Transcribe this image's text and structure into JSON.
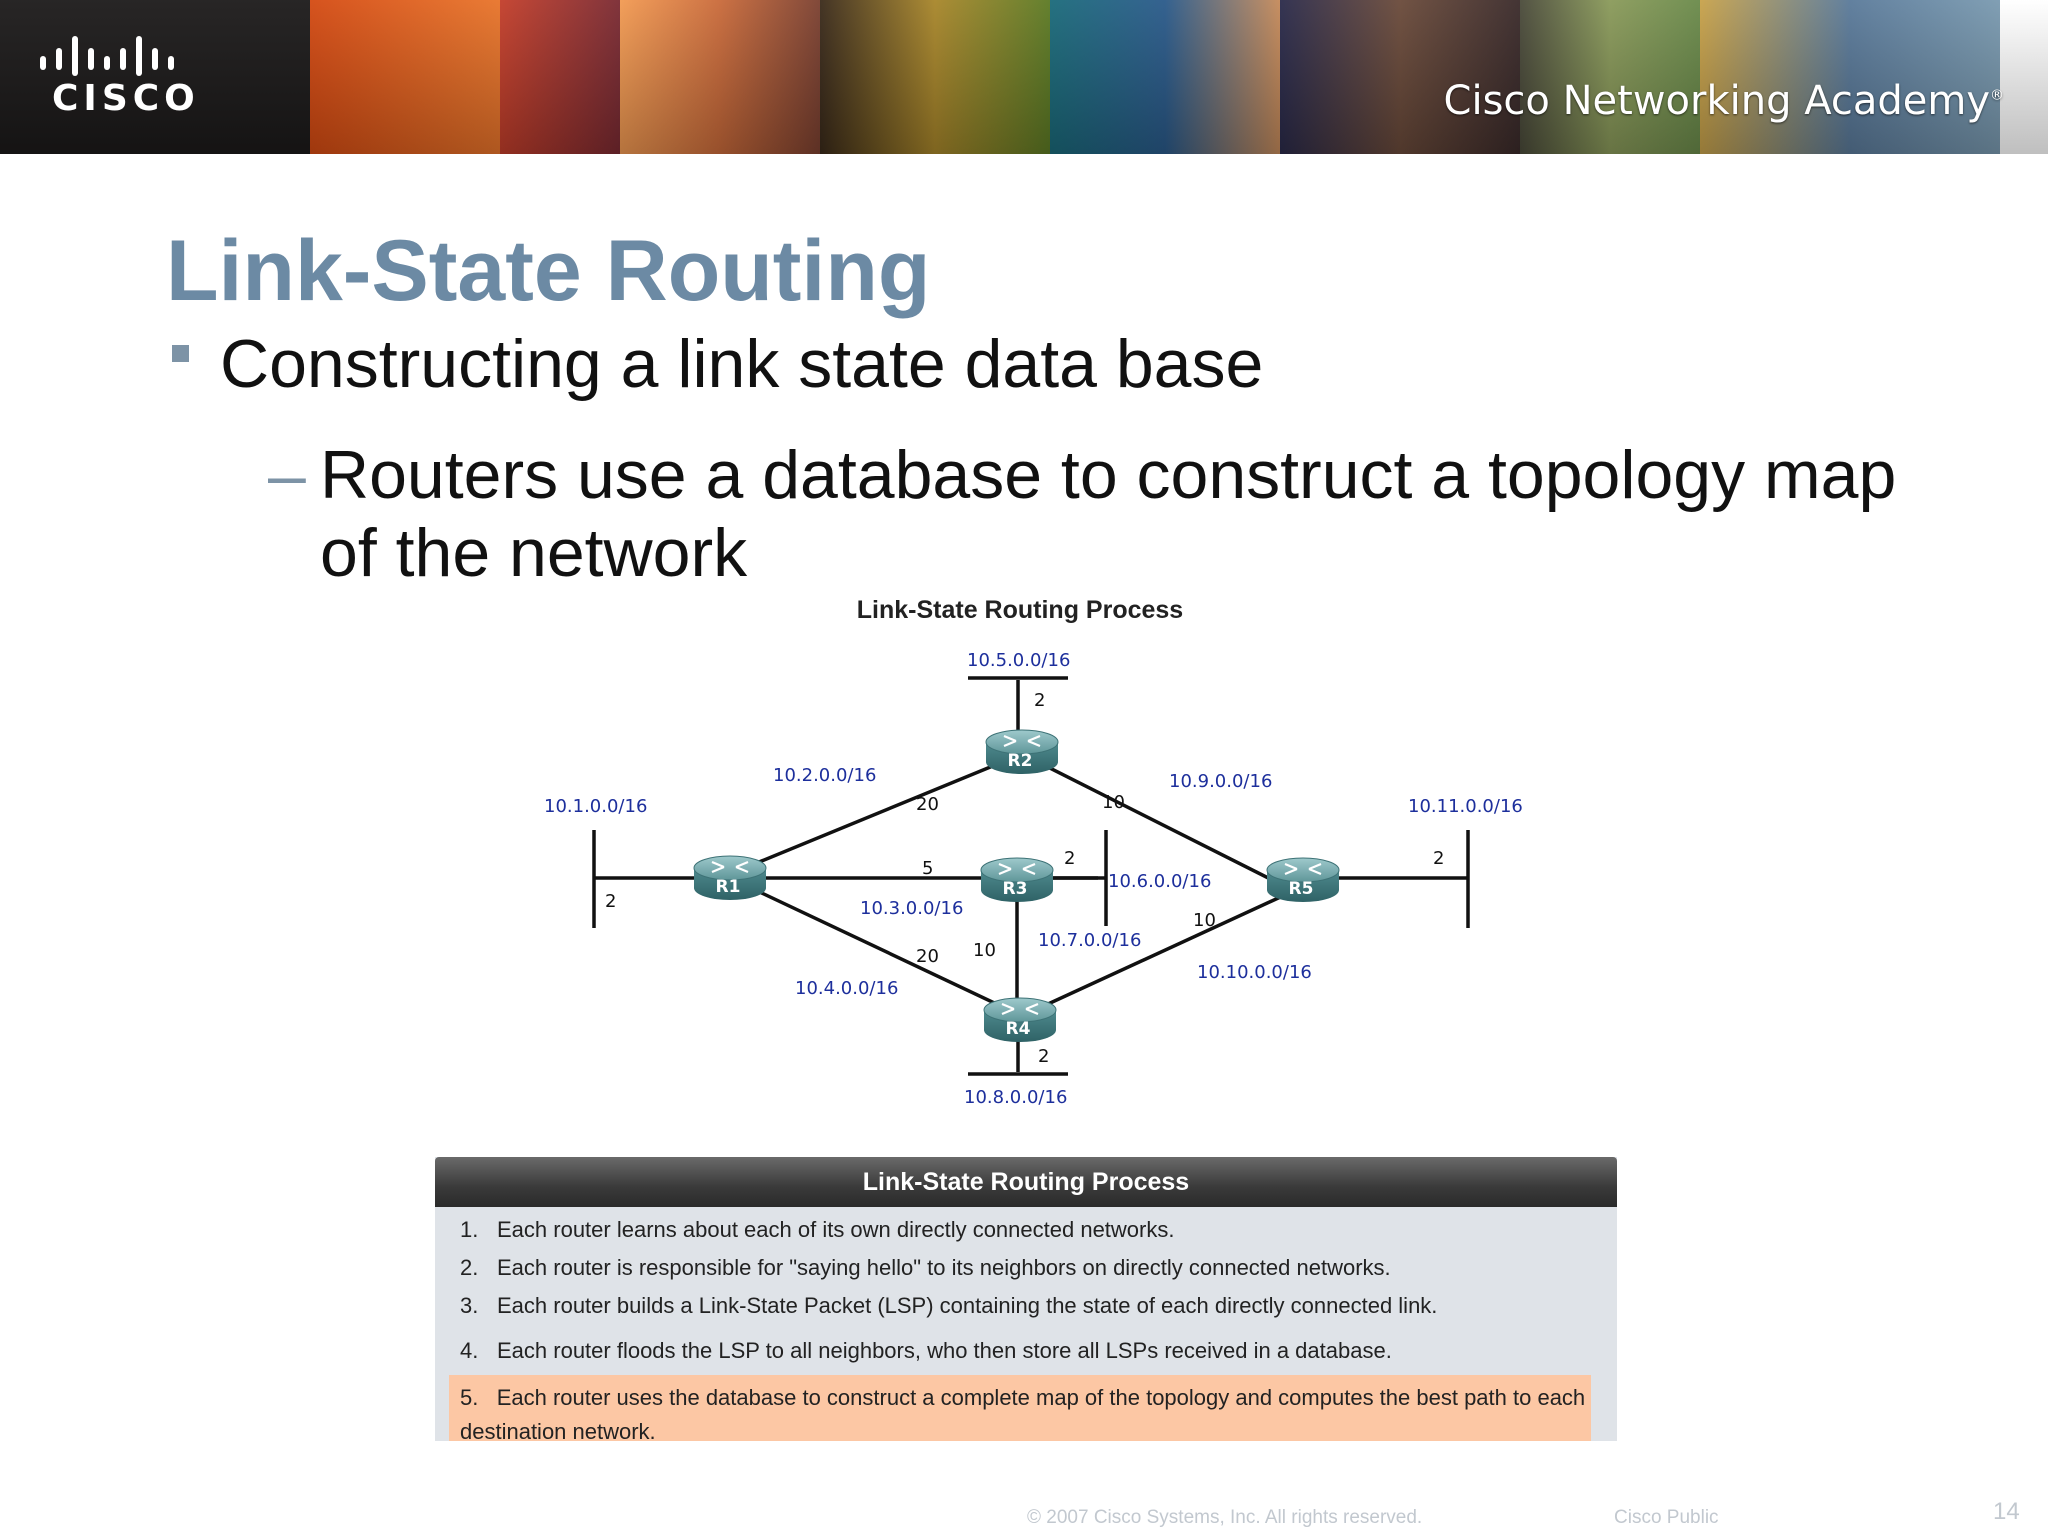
{
  "header": {
    "logo_text": "CISCO",
    "academy": "Cisco Networking Academy",
    "academy_mark": "®"
  },
  "slide": {
    "title": "Link-State Routing",
    "bullet_1": "Constructing a link state data base",
    "bullet_2_dash": "–",
    "bullet_2": "Routers use a database to construct a topology map of the network"
  },
  "diagram": {
    "title": "Link-State Routing Process",
    "routers": [
      {
        "id": "R1",
        "label": "R1"
      },
      {
        "id": "R2",
        "label": "R2"
      },
      {
        "id": "R3",
        "label": "R3"
      },
      {
        "id": "R4",
        "label": "R4"
      },
      {
        "id": "R5",
        "label": "R5"
      }
    ],
    "networks": [
      "10.1.0.0/16",
      "10.2.0.0/16",
      "10.3.0.0/16",
      "10.4.0.0/16",
      "10.5.0.0/16",
      "10.6.0.0/16",
      "10.7.0.0/16",
      "10.8.0.0/16",
      "10.9.0.0/16",
      "10.10.0.0/16",
      "10.11.0.0/16"
    ],
    "links": [
      {
        "network": "10.1.0.0/16",
        "from": "R1",
        "to": "LAN",
        "cost": "2"
      },
      {
        "network": "10.2.0.0/16",
        "from": "R1",
        "to": "R2",
        "cost": "20"
      },
      {
        "network": "10.3.0.0/16",
        "from": "R1",
        "to": "R3",
        "cost": "5"
      },
      {
        "network": "10.4.0.0/16",
        "from": "R1",
        "to": "R4",
        "cost": "20"
      },
      {
        "network": "10.5.0.0/16",
        "from": "R2",
        "to": "LAN",
        "cost": "2"
      },
      {
        "network": "10.6.0.0/16",
        "from": "R3",
        "to": "LAN",
        "cost": "2"
      },
      {
        "network": "10.7.0.0/16",
        "from": "R3",
        "to": "R4",
        "cost": "10"
      },
      {
        "network": "10.8.0.0/16",
        "from": "R4",
        "to": "LAN",
        "cost": "2"
      },
      {
        "network": "10.9.0.0/16",
        "from": "R2",
        "to": "R5",
        "cost": "10"
      },
      {
        "network": "10.10.0.0/16",
        "from": "R4",
        "to": "R5",
        "cost": "10"
      },
      {
        "network": "10.11.0.0/16",
        "from": "R5",
        "to": "LAN",
        "cost": "2"
      }
    ]
  },
  "process": {
    "title": "Link-State Routing Process",
    "steps": [
      {
        "num": "1.",
        "text": "Each router learns about each of its own directly connected networks."
      },
      {
        "num": "2.",
        "text": "Each router is responsible for \"saying hello\" to its neighbors on directly connected networks."
      },
      {
        "num": "3.",
        "text": "Each router builds a Link-State Packet (LSP) containing the state of each directly connected link."
      },
      {
        "num": "4.",
        "text": "Each router floods the LSP to all neighbors, who then store all LSPs received in a database."
      },
      {
        "num": "5.",
        "text": "Each router uses the database to construct a complete map of the topology and computes the best path to each destination network."
      }
    ]
  },
  "footer": {
    "copyright": "© 2007 Cisco Systems, Inc. All rights reserved.",
    "classification": "Cisco Public",
    "page": "14"
  },
  "colors": {
    "title": "#6c8aa4",
    "network_label": "#1d2f9c",
    "router": "#4f8a8e",
    "highlight": "#fcc7a4",
    "panel": "#dfe3e8"
  }
}
